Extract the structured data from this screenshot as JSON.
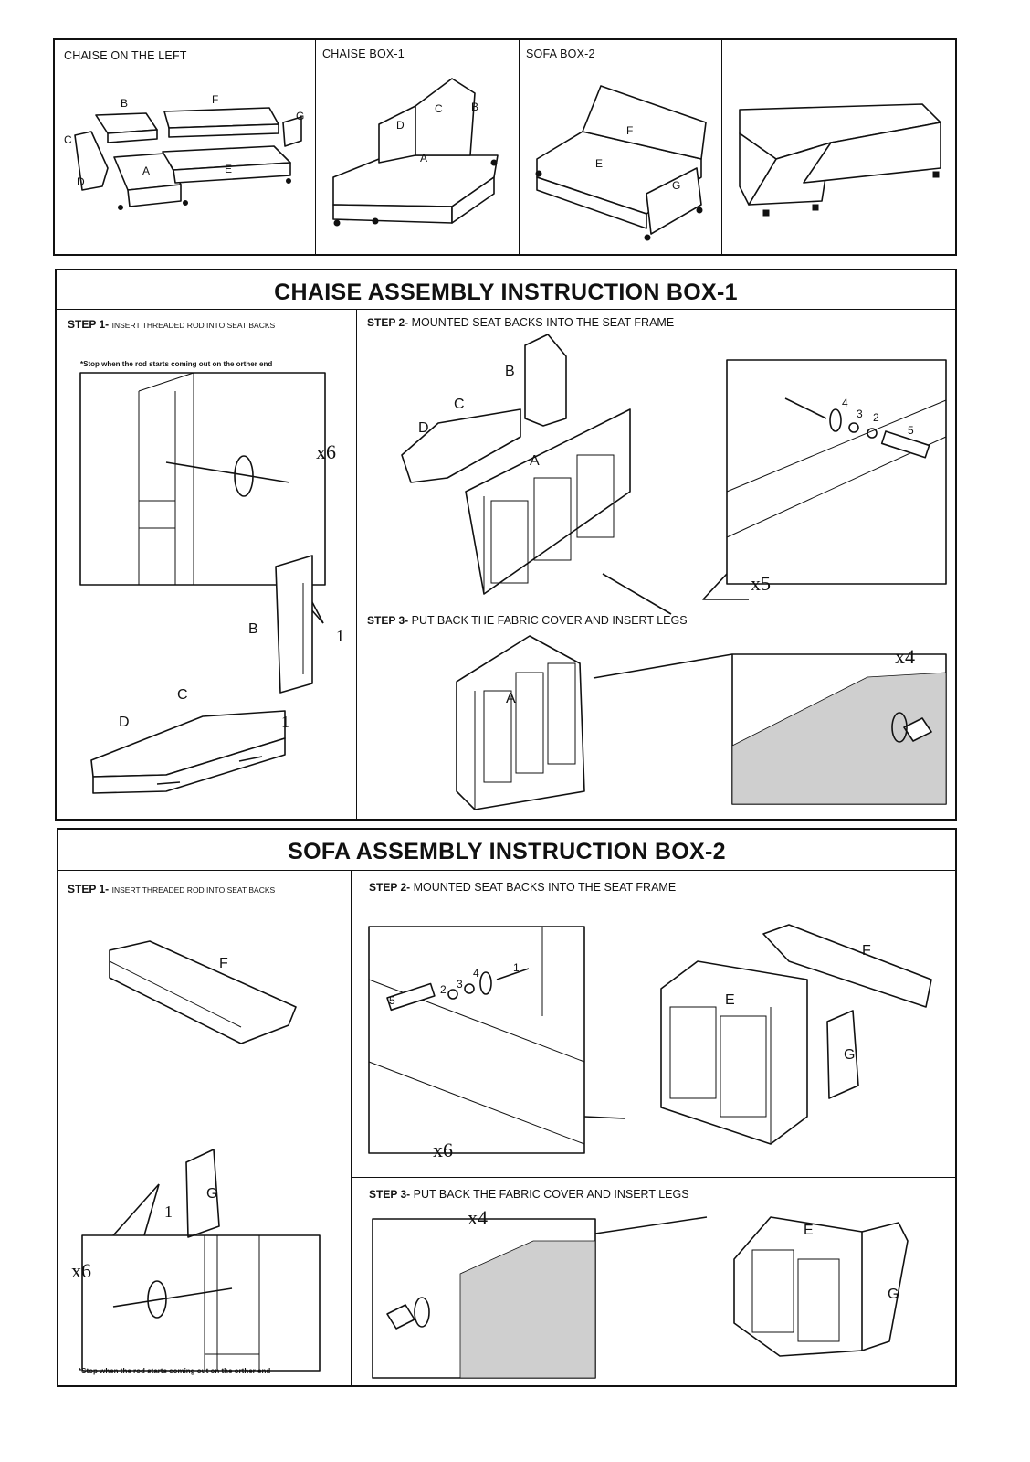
{
  "overview": {
    "panels": [
      {
        "caption": "CHAISE ON THE LEFT"
      },
      {
        "caption": "CHAISE  BOX-1"
      },
      {
        "caption": "SOFA  BOX-2"
      },
      {
        "caption": ""
      }
    ],
    "part_labels_left": [
      "B",
      "F",
      "G",
      "C",
      "D",
      "A",
      "E"
    ],
    "part_labels_chaise": [
      "D",
      "C",
      "B",
      "A"
    ],
    "part_labels_sofa": [
      "F",
      "E",
      "G"
    ]
  },
  "chaise": {
    "title": "CHAISE ASSEMBLY INSTRUCTION BOX-1",
    "step1": {
      "label": "STEP 1-",
      "text": "INSERT THREADED ROD INTO SEAT BACKS",
      "note": "*Stop when the rod starts coming out on the orther end",
      "multiplier": "x6",
      "parts": [
        "B",
        "C",
        "D"
      ],
      "numbers": [
        "1",
        "1"
      ]
    },
    "step2": {
      "label": "STEP 2-",
      "text": "MOUNTED SEAT BACKS INTO THE SEAT FRAME",
      "parts": [
        "B",
        "C",
        "D",
        "A"
      ],
      "hardware": [
        "4",
        "3",
        "2",
        "5"
      ],
      "multiplier": "x5"
    },
    "step3": {
      "label": "STEP 3-",
      "text": "PUT BACK THE FABRIC COVER AND INSERT LEGS",
      "parts": [
        "A"
      ],
      "multiplier": "x4"
    }
  },
  "sofa": {
    "title": "SOFA ASSEMBLY INSTRUCTION BOX-2",
    "step1": {
      "label": "STEP 1-",
      "text": "INSERT THREADED ROD INTO SEAT BACKS",
      "note": "*Stop when the rod starts coming out on the orther end",
      "multiplier": "x6",
      "parts": [
        "F",
        "G"
      ],
      "numbers": [
        "1"
      ]
    },
    "step2": {
      "label": "STEP 2-",
      "text": "MOUNTED SEAT BACKS INTO THE SEAT FRAME",
      "parts": [
        "F",
        "E",
        "G"
      ],
      "hardware": [
        "5",
        "2",
        "3",
        "4",
        "1"
      ],
      "multiplier": "x6"
    },
    "step3": {
      "label": "STEP 3-",
      "text": "PUT BACK THE FABRIC COVER AND INSERT LEGS",
      "parts": [
        "E",
        "G"
      ],
      "multiplier": "x4"
    }
  }
}
